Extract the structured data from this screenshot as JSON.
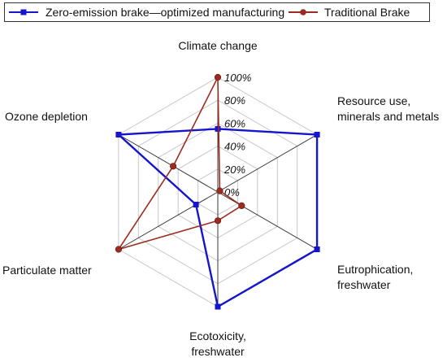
{
  "chart_data": {
    "type": "radar",
    "axes": [
      "Climate change",
      "Resource use, minerals and metals",
      "Eutrophication, freshwater",
      "Ecotoxicity, freshwater",
      "Particulate matter",
      "Ozone depletion"
    ],
    "axis_label_lines": [
      [
        "Climate change"
      ],
      [
        "Resource use,",
        "minerals and metals"
      ],
      [
        "Eutrophication,",
        "freshwater"
      ],
      [
        "Ecotoxicity,",
        "freshwater"
      ],
      [
        "Particulate matter"
      ],
      [
        "Ozone depletion"
      ]
    ],
    "r_ticks": [
      "0%",
      "20%",
      "40%",
      "60%",
      "80%",
      "100%"
    ],
    "r_range": [
      0,
      100
    ],
    "grid": true,
    "legend_position": "top",
    "series": [
      {
        "name": "Zero-emission brake—optimized manufacturing",
        "values": [
          55,
          100,
          100,
          100,
          22,
          100
        ],
        "color": "#1515cc",
        "marker": "square"
      },
      {
        "name": "Traditional Brake",
        "values": [
          100,
          2,
          24,
          25,
          100,
          45
        ],
        "color": "#9b2c1f",
        "marker": "circle"
      }
    ]
  }
}
